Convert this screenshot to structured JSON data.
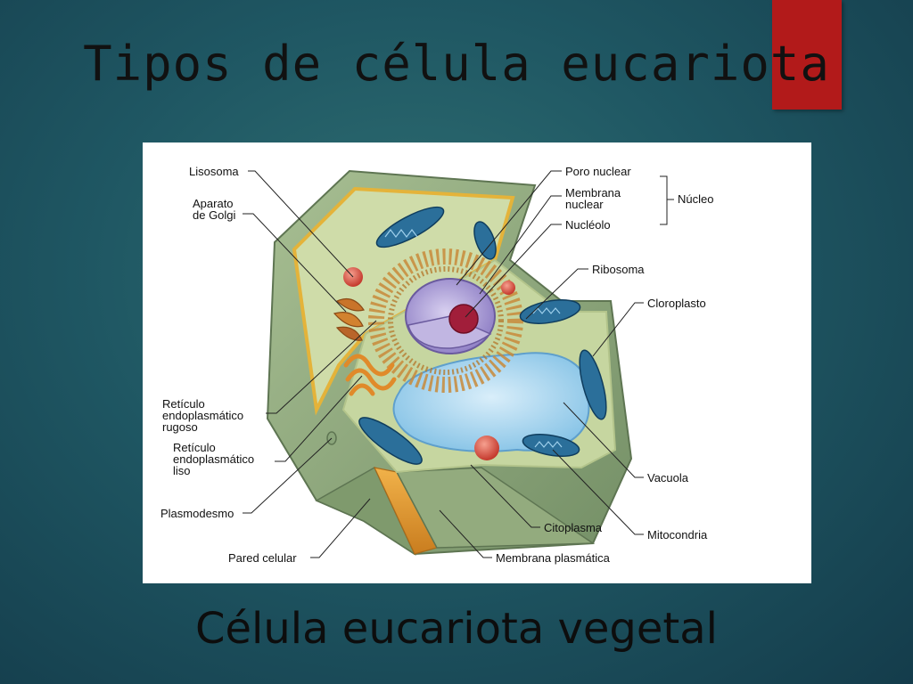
{
  "slide": {
    "title": "Tipos de célula eucariota",
    "subtitle": "Célula eucariota vegetal"
  },
  "diagram": {
    "labels": {
      "lisosoma": "Lisosoma",
      "aparato_golgi_1": "Aparato",
      "aparato_golgi_2": "de Golgi",
      "poro_nuclear": "Poro nuclear",
      "membrana_nuclear_1": "Membrana",
      "membrana_nuclear_2": "nuclear",
      "nucleolo": "Nucléolo",
      "nucleo": "Núcleo",
      "ribosoma": "Ribosoma",
      "cloroplasto": "Cloroplasto",
      "reticulo_rugoso_1": "Retículo",
      "reticulo_rugoso_2": "endoplasmático",
      "reticulo_rugoso_3": "rugoso",
      "reticulo_liso_1": "Retículo",
      "reticulo_liso_2": "endoplasmático",
      "reticulo_liso_3": "liso",
      "plasmodesmo": "Plasmodesmo",
      "vacuola": "Vacuola",
      "pared_celular": "Pared celular",
      "citoplasma": "Citoplasma",
      "mitocondria": "Mitocondria",
      "membrana_plasmatica": "Membrana plasmática"
    }
  },
  "colors": {
    "accent_bar": "#b21a1a",
    "cell_wall": "#8aa57a",
    "cytoplasm": "#c9d9a2",
    "vacuole": "#9fd0ec",
    "nucleus": "#a99ad0",
    "nucleolus": "#a11e3a",
    "golgi": "#c9742a",
    "organelle_blue": "#2b6f9a"
  }
}
